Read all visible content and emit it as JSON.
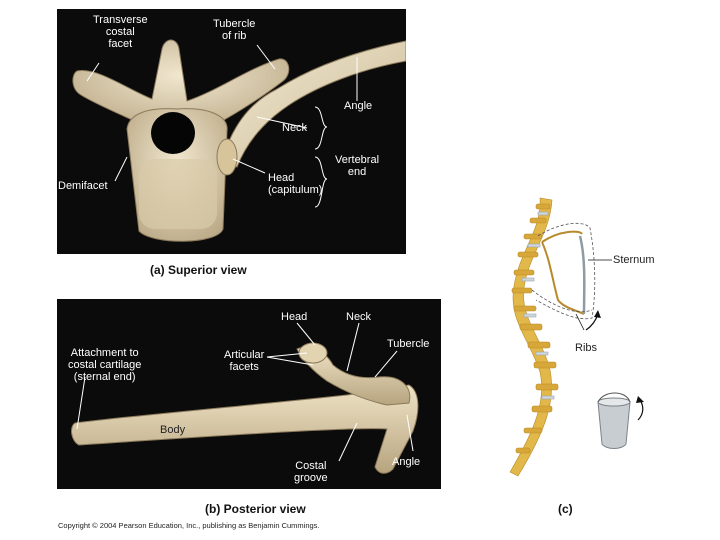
{
  "panel_a": {
    "labels": {
      "transverse_costal_facet": "Transverse\ncostal\nfacet",
      "tubercle_of_rib": "Tubercle\nof rib",
      "angle": "Angle",
      "neck": "Neck",
      "vertebral_end": "Vertebral\nend",
      "head_capitulum": "Head\n(capitulum)",
      "demifacet": "Demifacet"
    },
    "caption": "(a) Superior view"
  },
  "panel_b": {
    "labels": {
      "head": "Head",
      "neck": "Neck",
      "tubercle": "Tubercle",
      "articular_facets": "Articular\nfacets",
      "attachment": "Attachment to\ncostal cartilage\n(sternal end)",
      "body": "Body",
      "costal_groove": "Costal\ngroove",
      "angle": "Angle"
    },
    "caption": "(b) Posterior view"
  },
  "panel_c": {
    "labels": {
      "sternum": "Sternum",
      "ribs": "Ribs"
    },
    "caption": "(c)"
  },
  "copyright": "Copyright © 2004 Pearson Education, Inc., publishing as Benjamin Cummings.",
  "colors": {
    "panel_bg": "#0b0b0b",
    "bone": "#e8dcc0",
    "bone_shadow": "#b8a684",
    "spine": "#e3b84a"
  }
}
